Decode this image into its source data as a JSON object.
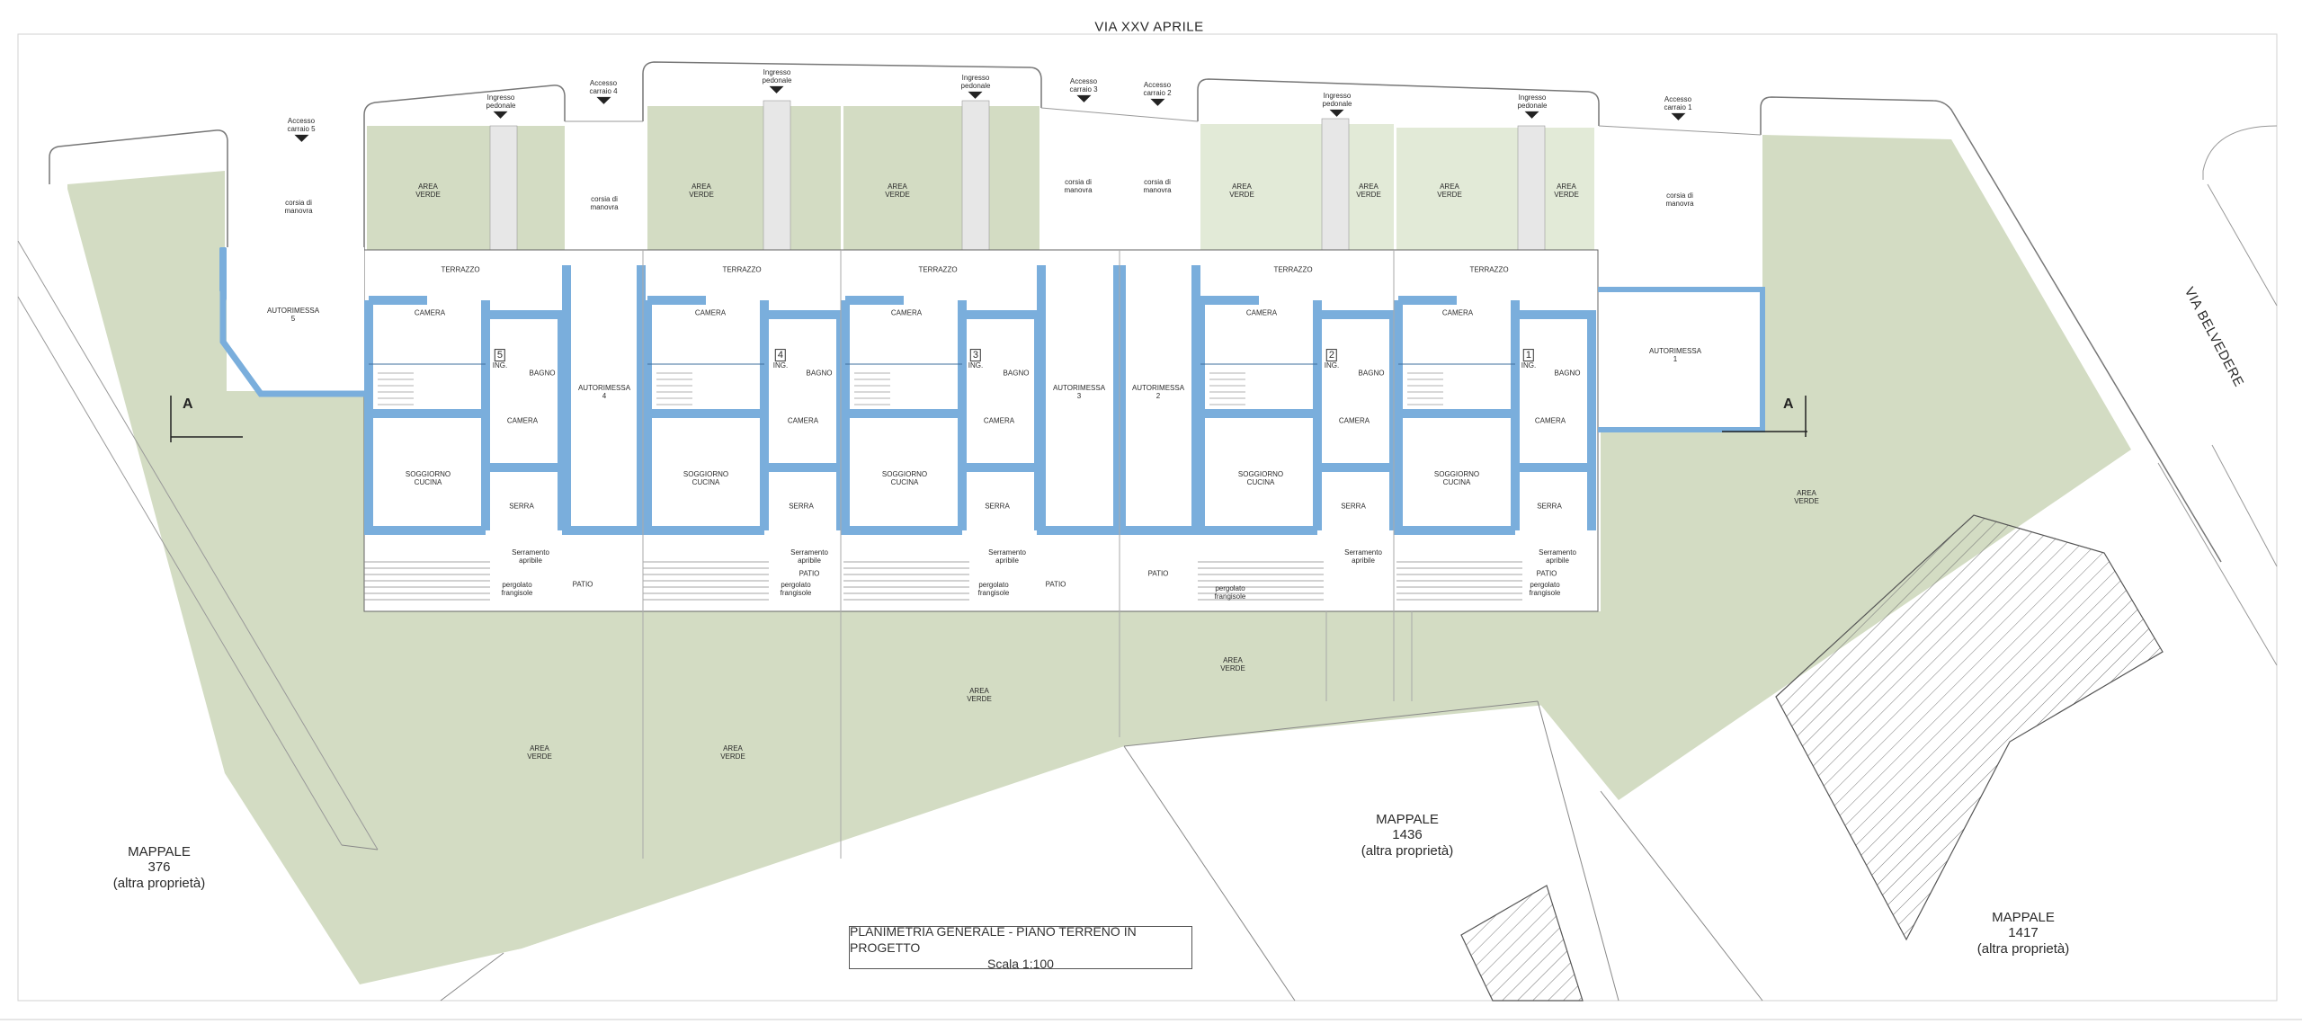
{
  "streets": {
    "north": "VIA XXV APRILE",
    "east": "VIA BELVEDERE"
  },
  "mappali": [
    {
      "line1": "MAPPALE",
      "line2": "376",
      "line3": "(altra proprietà)"
    },
    {
      "line1": "MAPPALE",
      "line2": "1436",
      "line3": "(altra proprietà)"
    },
    {
      "line1": "MAPPALE",
      "line2": "1417",
      "line3": "(altra proprietà)"
    }
  ],
  "title_block": {
    "title": "PLANIMETRIA GENERALE - PIANO TERRENO IN PROGETTO",
    "scale": "Scala 1:100"
  },
  "section_marker": "A",
  "accesses": [
    {
      "line1": "Accesso",
      "line2": "carraio 5"
    },
    {
      "line1": "Accesso",
      "line2": "carraio 4"
    },
    {
      "line1": "Accesso",
      "line2": "carraio 3"
    },
    {
      "line1": "Accesso",
      "line2": "carraio 2"
    },
    {
      "line1": "Accesso",
      "line2": "carraio 1"
    }
  ],
  "pedestrian_entries": {
    "line1": "Ingresso",
    "line2": "pedonale"
  },
  "labels": {
    "area_verde_l1": "AREA",
    "area_verde_l2": "VERDE",
    "terrazzo": "TERRAZZO",
    "camera": "CAMERA",
    "bagno": "BAGNO",
    "serra": "SERRA",
    "soggiorno_l1": "SOGGIORNO",
    "soggiorno_l2": "CUCINA",
    "patio": "PATIO",
    "autorimessa": "AUTORIMESSA",
    "corsia_l1": "corsia di",
    "corsia_l2": "manovra",
    "serramento_l1": "Serramento",
    "serramento_l2": "apribile",
    "pergolato_l1": "pergolato",
    "pergolato_l2": "frangisole",
    "ing": "ING."
  },
  "units": [
    "5",
    "4",
    "3",
    "2",
    "1"
  ],
  "garages": [
    "5",
    "4",
    "3",
    "2",
    "1"
  ],
  "colors": {
    "wall": "#7aaedc",
    "wall_stroke": "#3d6f9e",
    "green": "#d3dcc3",
    "green_light": "#e2ead7",
    "line": "#555555"
  }
}
